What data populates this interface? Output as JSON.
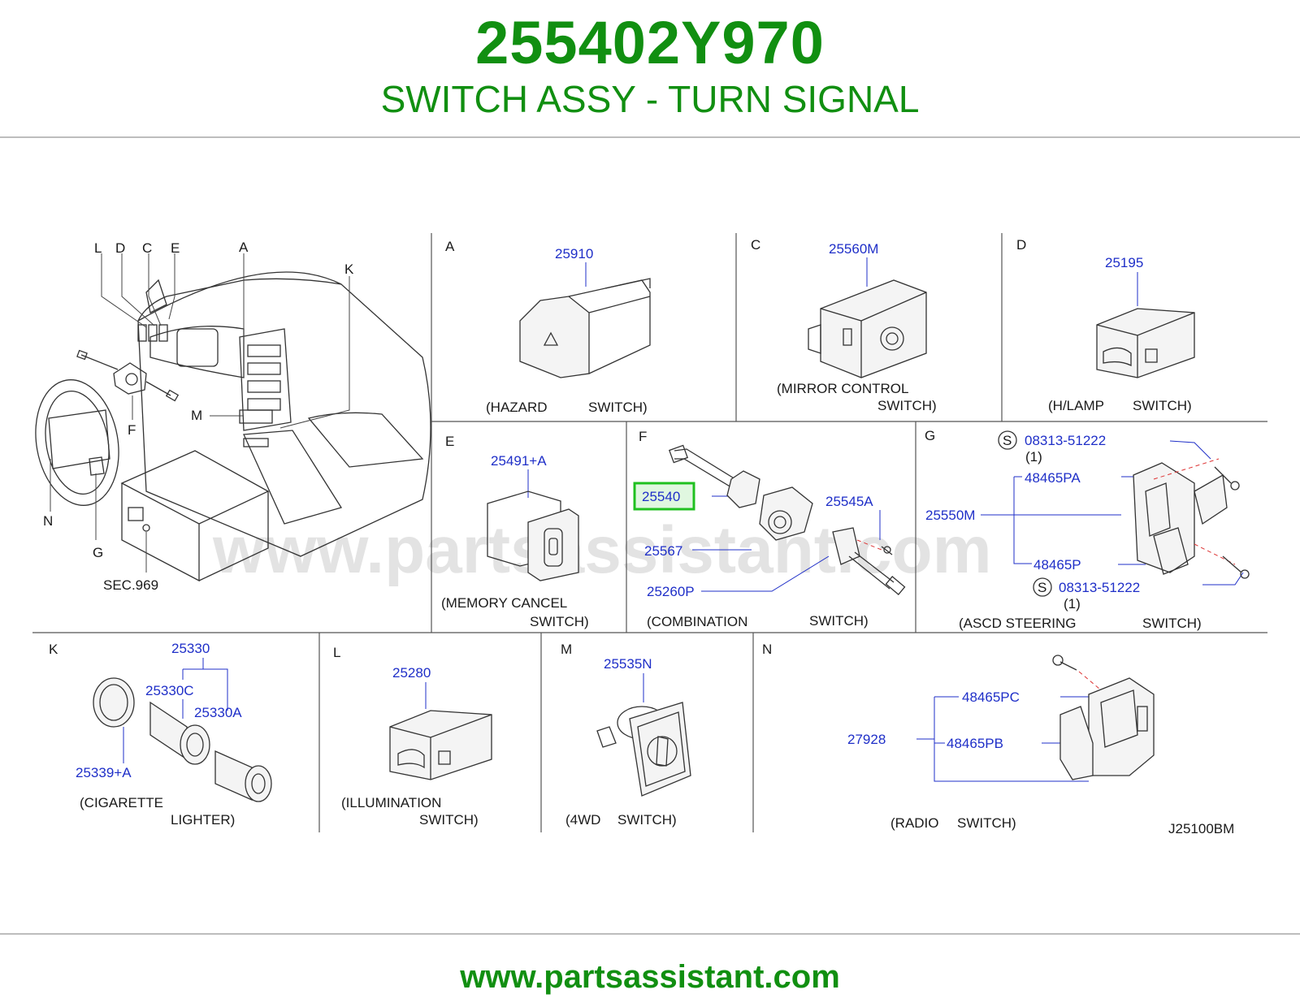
{
  "header": {
    "part_number": "255402Y970",
    "part_name": "SWITCH ASSY - TURN SIGNAL"
  },
  "footer": {
    "url": "www.partsassistant.com"
  },
  "watermark": "www.partsassistant.com",
  "colors": {
    "brand_green": "#118f11",
    "part_blue": "#1f2fc8",
    "highlight_green": "#20c020"
  },
  "diagram": {
    "overview": {
      "letters": [
        "L",
        "D",
        "C",
        "E",
        "A",
        "K",
        "F",
        "M",
        "N",
        "G"
      ],
      "section_ref": "SEC.969"
    },
    "panels": {
      "A": {
        "letter": "A",
        "parts": [
          "25910"
        ],
        "caption": [
          "(HAZARD",
          "SWITCH)"
        ]
      },
      "C": {
        "letter": "C",
        "parts": [
          "25560M"
        ],
        "caption": [
          "(MIRROR  CONTROL",
          "SWITCH)"
        ]
      },
      "D": {
        "letter": "D",
        "parts": [
          "25195"
        ],
        "caption": [
          "(H/LAMP",
          "SWITCH)"
        ]
      },
      "E": {
        "letter": "E",
        "parts": [
          "25491+A"
        ],
        "caption": [
          "(MEMORY  CANCEL",
          "SWITCH)"
        ]
      },
      "F": {
        "letter": "F",
        "parts": [
          "25540",
          "25545A",
          "25567",
          "25260P"
        ],
        "highlighted": "25540",
        "caption": [
          "(COMBINATION",
          "SWITCH)"
        ]
      },
      "G": {
        "letter": "G",
        "parts": [
          "08313-51222",
          "(1)",
          "48465PA",
          "25550M",
          "48465P",
          "08313-51222",
          "(1)"
        ],
        "screw_symbol": "S",
        "caption": [
          "(ASCD  STEERING",
          "SWITCH)"
        ]
      },
      "K": {
        "letter": "K",
        "parts": [
          "25330",
          "25330C",
          "25330A",
          "25339+A"
        ],
        "caption": [
          "(CIGARETTE",
          "LIGHTER)"
        ]
      },
      "L": {
        "letter": "L",
        "parts": [
          "25280"
        ],
        "caption": [
          "(ILLUMINATION",
          "SWITCH)"
        ]
      },
      "M": {
        "letter": "M",
        "parts": [
          "25535N"
        ],
        "caption": [
          "(4WD",
          "SWITCH)"
        ]
      },
      "N": {
        "letter": "N",
        "parts": [
          "48465PC",
          "27928",
          "48465PB"
        ],
        "caption": [
          "(RADIO",
          "SWITCH)"
        ]
      }
    },
    "drawing_code": "J25100BM"
  }
}
